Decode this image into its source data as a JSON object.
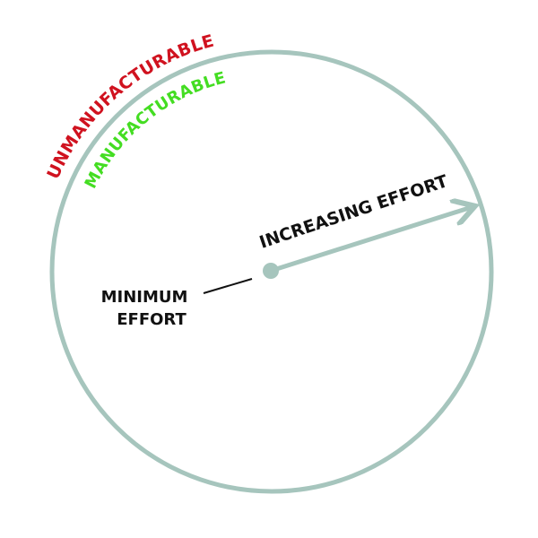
{
  "diagram": {
    "outer_label": "UNMANUFACTURABLE",
    "inner_label": "MANUFACTURABLE",
    "arrow_label": "INCREASING EFFORT",
    "center_label_line1": "MINIMUM",
    "center_label_line2": "EFFORT"
  },
  "colors": {
    "circle": "#A6C5BD",
    "unmanufacturable": "#D0121F",
    "manufacturable": "#44DD22",
    "text": "#111111"
  }
}
